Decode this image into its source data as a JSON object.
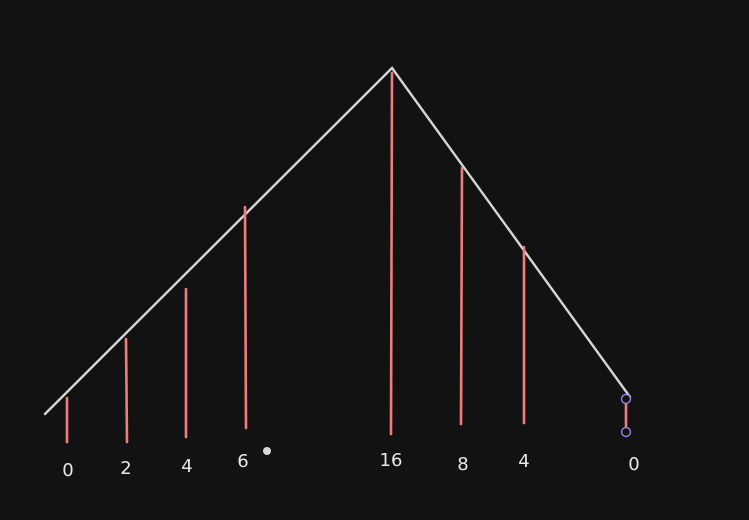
{
  "labels": {
    "l0": "0",
    "l1": "2",
    "l2": "4",
    "l3": "6",
    "l4": "16",
    "l5": "8",
    "l6": "4",
    "l7": "0"
  },
  "colors": {
    "background": "#121212",
    "ridge": "#d6d6d6",
    "bars": "#f07c7c",
    "selection-handles": "#8f86e6",
    "text": "#e8e8e8"
  }
}
